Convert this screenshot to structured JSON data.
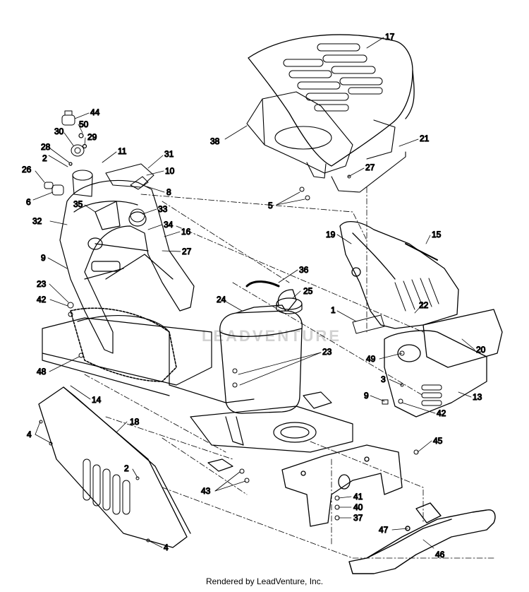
{
  "watermark": "LEADVENTURE",
  "footer": "Rendered by LeadVenture, Inc.",
  "callouts": [
    {
      "id": "17",
      "text": "17"
    },
    {
      "id": "38",
      "text": "38"
    },
    {
      "id": "21",
      "text": "21"
    },
    {
      "id": "27a",
      "text": "27"
    },
    {
      "id": "5",
      "text": "5"
    },
    {
      "id": "44",
      "text": "44"
    },
    {
      "id": "50",
      "text": "50"
    },
    {
      "id": "30",
      "text": "30"
    },
    {
      "id": "29",
      "text": "29"
    },
    {
      "id": "28",
      "text": "28"
    },
    {
      "id": "11",
      "text": "11"
    },
    {
      "id": "31",
      "text": "31"
    },
    {
      "id": "2a",
      "text": "2"
    },
    {
      "id": "26",
      "text": "26"
    },
    {
      "id": "10",
      "text": "10"
    },
    {
      "id": "8",
      "text": "8"
    },
    {
      "id": "6",
      "text": "6"
    },
    {
      "id": "35",
      "text": "35"
    },
    {
      "id": "33",
      "text": "33"
    },
    {
      "id": "32",
      "text": "32"
    },
    {
      "id": "34",
      "text": "34"
    },
    {
      "id": "16",
      "text": "16"
    },
    {
      "id": "27b",
      "text": "27"
    },
    {
      "id": "9a",
      "text": "9"
    },
    {
      "id": "36",
      "text": "36"
    },
    {
      "id": "23a",
      "text": "23"
    },
    {
      "id": "25",
      "text": "25"
    },
    {
      "id": "42a",
      "text": "42"
    },
    {
      "id": "24",
      "text": "24"
    },
    {
      "id": "19",
      "text": "19"
    },
    {
      "id": "15",
      "text": "15"
    },
    {
      "id": "1",
      "text": "1"
    },
    {
      "id": "22",
      "text": "22"
    },
    {
      "id": "23b",
      "text": "23"
    },
    {
      "id": "20",
      "text": "20"
    },
    {
      "id": "49",
      "text": "49"
    },
    {
      "id": "48",
      "text": "48"
    },
    {
      "id": "3",
      "text": "3"
    },
    {
      "id": "14",
      "text": "14"
    },
    {
      "id": "13",
      "text": "13"
    },
    {
      "id": "9b",
      "text": "9"
    },
    {
      "id": "42b",
      "text": "42"
    },
    {
      "id": "18",
      "text": "18"
    },
    {
      "id": "4a",
      "text": "4"
    },
    {
      "id": "45",
      "text": "45"
    },
    {
      "id": "2b",
      "text": "2"
    },
    {
      "id": "43",
      "text": "43"
    },
    {
      "id": "41",
      "text": "41"
    },
    {
      "id": "40",
      "text": "40"
    },
    {
      "id": "37",
      "text": "37"
    },
    {
      "id": "47",
      "text": "47"
    },
    {
      "id": "4b",
      "text": "4"
    },
    {
      "id": "46",
      "text": "46"
    }
  ]
}
